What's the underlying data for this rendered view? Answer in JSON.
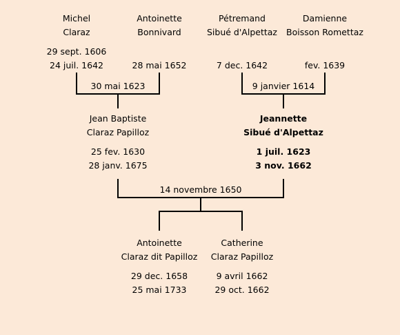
{
  "grandparents": [
    {
      "first": "Michel",
      "last": "Claraz",
      "birth": "29 sept. 1606",
      "death": "24 juil. 1642"
    },
    {
      "first": "Antoinette",
      "last": "Bonnivard",
      "birth": "",
      "death": "28 mai 1652"
    },
    {
      "first": "Pétremand",
      "last": "Sibué d'Alpettaz",
      "birth": "",
      "death": "7 dec. 1642"
    },
    {
      "first": "Damienne",
      "last": "Boisson Romettaz",
      "birth": "",
      "death": "fev. 1639"
    }
  ],
  "marriages": {
    "left_grandparents": "30 mai 1623",
    "right_grandparents": "9 janvier 1614",
    "parents": "14 novembre 1650"
  },
  "parents": [
    {
      "first": "Jean Baptiste",
      "last": "Claraz Papilloz",
      "birth": "25 fev. 1630",
      "death": "28 janv. 1675"
    },
    {
      "first": "Jeannette",
      "last": "Sibué d'Alpettaz",
      "birth": "1 juil. 1623",
      "death": "3 nov. 1662"
    }
  ],
  "children": [
    {
      "first": "Antoinette",
      "last": "Claraz dit Papilloz",
      "birth": "29 dec. 1658",
      "death": "25 mai 1733"
    },
    {
      "first": "Catherine",
      "last": "Claraz Papilloz",
      "birth": "9 avril 1662",
      "death": "29 oct. 1662"
    }
  ]
}
